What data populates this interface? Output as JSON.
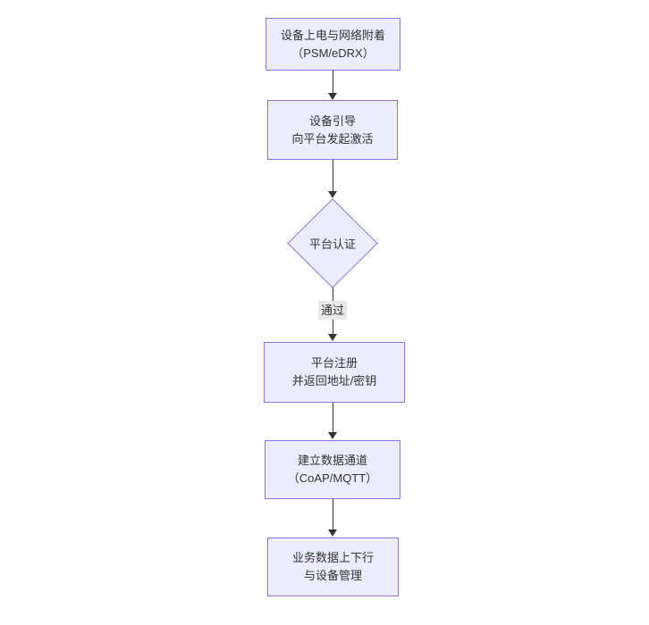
{
  "flowchart": {
    "node_power": {
      "line1": "设备上电与网络附着",
      "line2": "（PSM/eDRX）"
    },
    "node_bootstrap": {
      "line1": "设备引导",
      "line2": "向平台发起激活"
    },
    "decision_auth": {
      "label": "平台认证"
    },
    "edge_pass_label": "通过",
    "node_register": {
      "line1": "平台注册",
      "line2": "并返回地址/密钥"
    },
    "node_channel": {
      "line1": "建立数据通道",
      "line2": "（CoAP/MQTT）"
    },
    "node_business": {
      "line1": "业务数据上下行",
      "line2": "与设备管理"
    }
  },
  "colors": {
    "background": "#ffffff",
    "node_fill": "#ECECFF",
    "node_border": "#9370DB",
    "text": "#333333",
    "edge": "#333333",
    "edge_label_bg": "#e8e8e8"
  }
}
